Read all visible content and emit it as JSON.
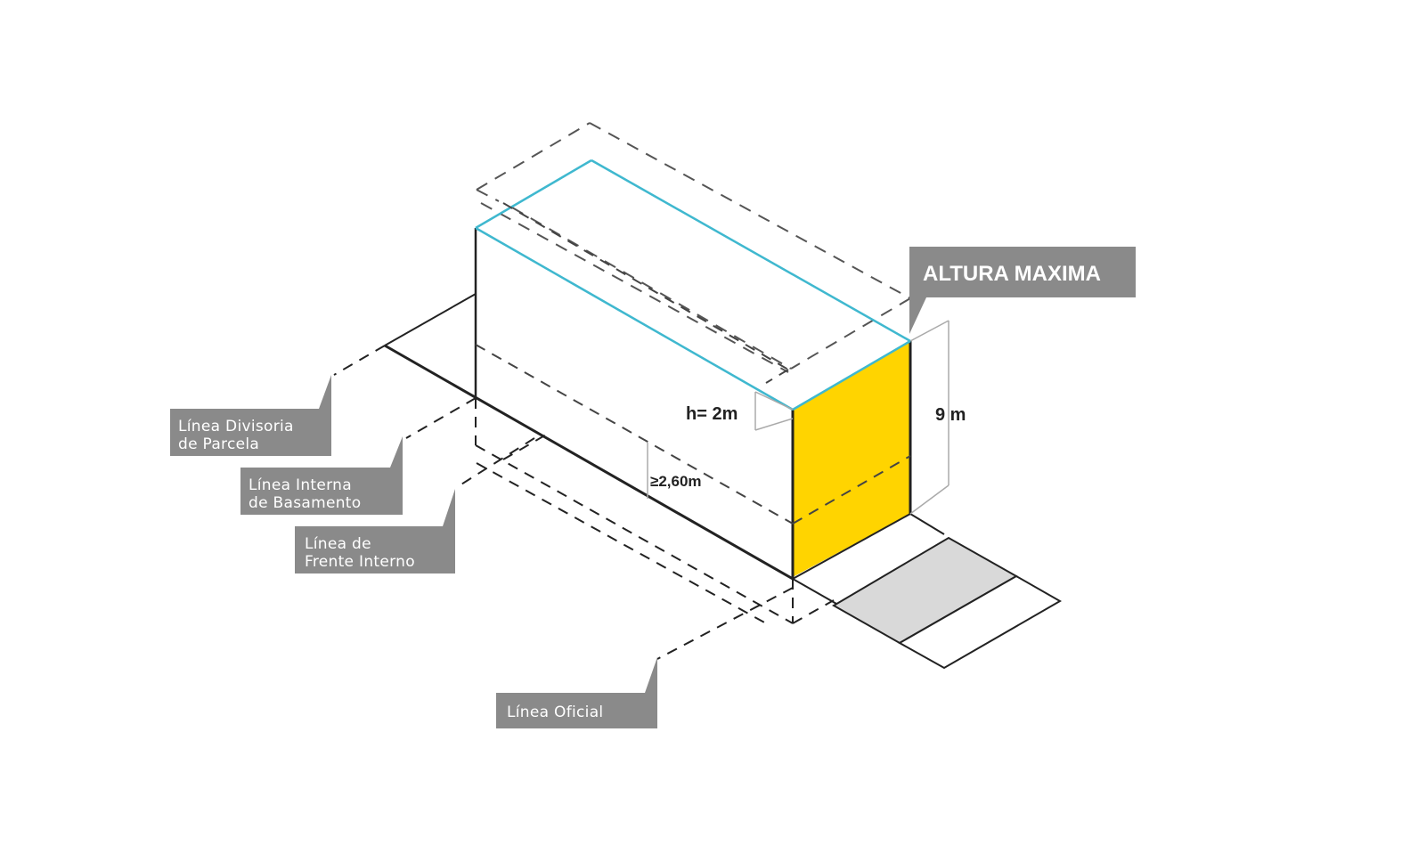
{
  "labels": {
    "altura_maxima": "ALTURA MAXIMA",
    "height_dimension": "9 m",
    "roof_height": "h= 2m",
    "base_height": "≥2,60m",
    "linea_divisoria_line1": "Línea Divisoria",
    "linea_divisoria_line2": "de Parcela",
    "linea_interna_line1": "Línea Interna",
    "linea_interna_line2": "de Basamento",
    "linea_frente_line1": "Línea de",
    "linea_frente_line2": "Frente Interno",
    "linea_oficial": "Línea Oficial"
  },
  "colors": {
    "label_box": "#8a8a8a",
    "facade_fill": "#ffd400",
    "roof_edge": "#3fb8cf",
    "sidewalk_fill": "#d9d9d9",
    "line": "#222222"
  }
}
